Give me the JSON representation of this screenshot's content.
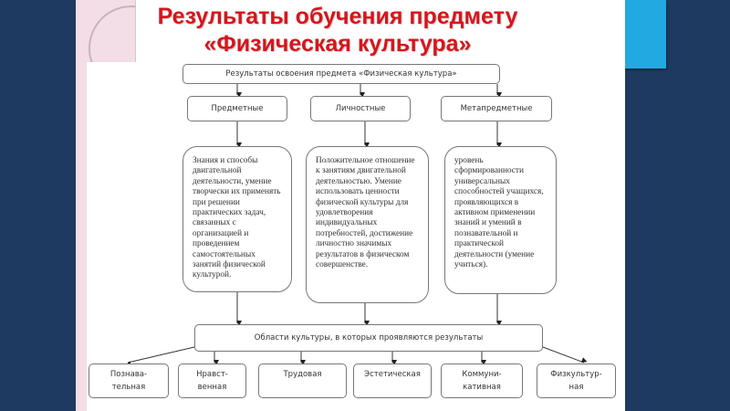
{
  "title": {
    "line1": "Результаты обучения предмету",
    "line2": "«Физическая культура»"
  },
  "diagram": {
    "root": "Результаты освоения предмета «Физическая культура»",
    "categories": [
      "Предметные",
      "Личностные",
      "Метапредметные"
    ],
    "descriptions": [
      "Знания и способы двигательной деятельности, умение творчески их применять при решении практических задач, связанных с организацией и проведением самостоятельных занятий физической культурой.",
      "Положительное отношение к занятиям двигательной деятельностью. Умение использовать ценности физической культуры для удовлетворения индивидуальных потребностей, достижение личностно значимых результатов в физическом совершенстве.",
      "уровень сформированности универсальных способностей учащихся, проявляющихся в активном применении знаний и умений в познавательной и практической деятельности (умение учиться)."
    ],
    "areas_title": "Области культуры, в которых проявляются результаты",
    "areas": [
      "Познава-\nтельная",
      "Нравст-\nвенная",
      "Трудовая",
      "Эстетическая",
      "Коммуни-\nкативная",
      "Физкультур-\nная"
    ]
  },
  "colors": {
    "background": "#1f3a60",
    "title": "#d8141c",
    "accent": "#22a9e1"
  }
}
